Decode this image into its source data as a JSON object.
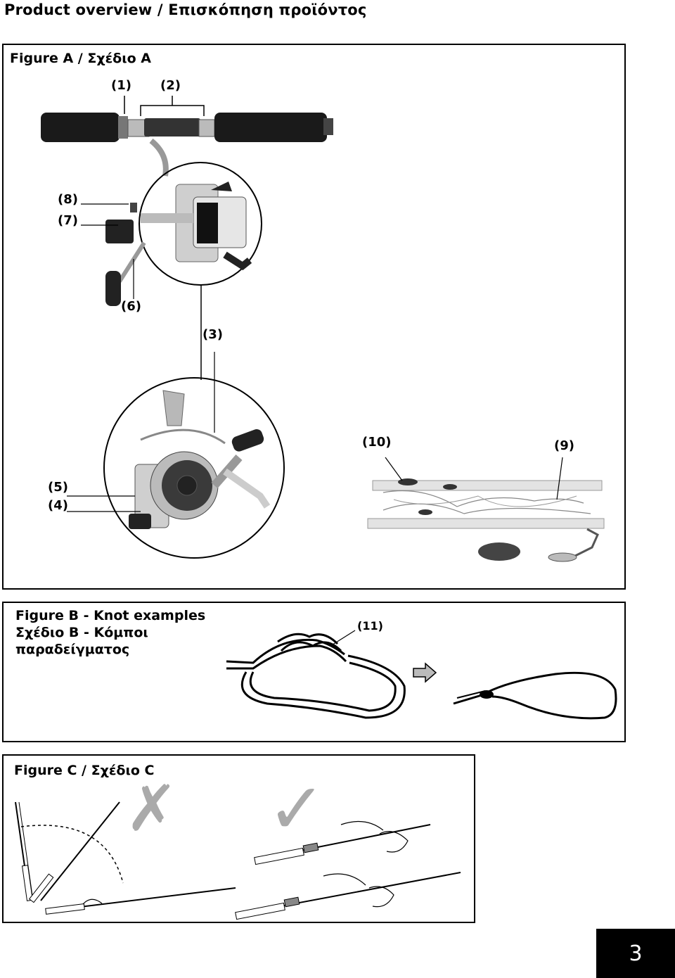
{
  "page": {
    "title": "Product overview / Επισκόπηση προϊόντος",
    "page_number": "3"
  },
  "figure_a": {
    "title": "Figure A / Σχέδιο A",
    "labels": {
      "l1": "(1)",
      "l2": "(2)",
      "l3": "(3)",
      "l4": "(4)",
      "l5": "(5)",
      "l6": "(6)",
      "l7": "(7)",
      "l8": "(8)",
      "l9": "(9)",
      "l10": "(10)"
    }
  },
  "figure_b": {
    "title_line1": "Figure B - Knot examples",
    "title_line2": "Σχέδιο B - Κόμποι",
    "title_line3": "παραδείγματος",
    "label": "(11)"
  },
  "figure_c": {
    "title": "Figure C / Σχέδιο C",
    "wrong_mark": "✗",
    "right_mark": "✓"
  }
}
